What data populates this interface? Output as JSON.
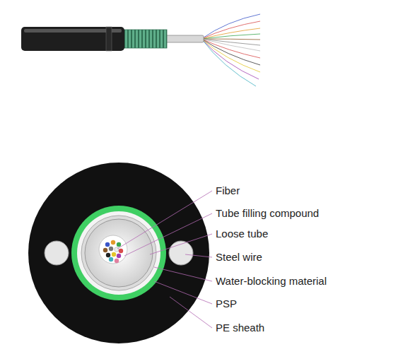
{
  "diagram": {
    "labels": [
      "Fiber",
      "Tube filling compound",
      "Loose tube",
      "Steel wire",
      "Water-blocking material",
      "PSP",
      "PE sheath"
    ]
  }
}
